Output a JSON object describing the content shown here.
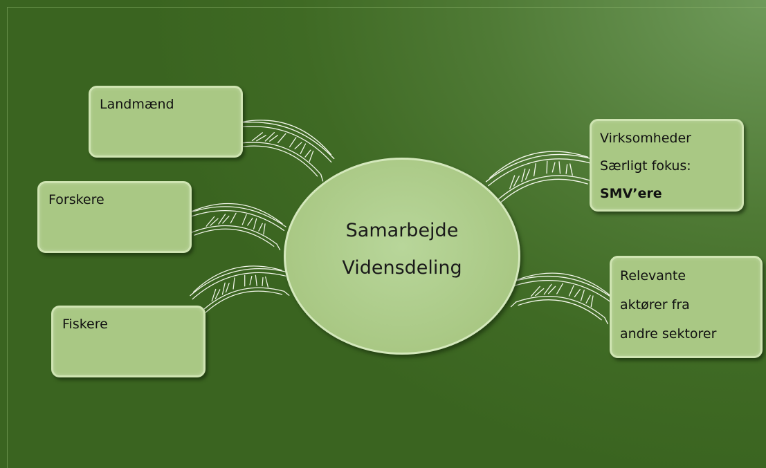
{
  "center": {
    "line1": "Samarbejde",
    "line2": "Vidensdeling"
  },
  "nodes": {
    "landmaend": "Landmænd",
    "forskere": "Forskere",
    "fiskere": "Fiskere",
    "virksomheder": {
      "line1": "Virksomheder",
      "line2": "Særligt fokus:",
      "line3": "SMV’ere"
    },
    "relevante": {
      "line1": "Relevante",
      "line2": "aktører fra",
      "line3": "andre sektorer"
    }
  },
  "colors": {
    "box_fill": "#a9c884",
    "box_border": "#cfe4b2",
    "background": "#4f7a35"
  },
  "icons": [
    "bridge-icon"
  ]
}
